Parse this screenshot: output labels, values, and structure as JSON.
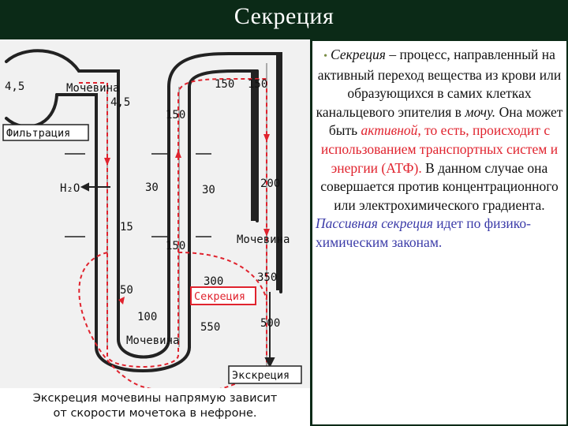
{
  "title": "Секреция",
  "diagram": {
    "numbers": {
      "n_4_5_left": "4,5",
      "n_4_5_inner": "4,5",
      "n_150_top_a": "150",
      "n_150_top_b": "150",
      "n_150_mid": "150",
      "n_30_a": "30",
      "n_30_b": "30",
      "n_200": "200",
      "n_15": "15",
      "n_150_low": "150",
      "n_50": "50",
      "n_300": "300",
      "n_350": "350",
      "n_100": "100",
      "n_550": "550",
      "n_500": "500"
    },
    "labels": {
      "urea_top": "Мочевина",
      "urea_right": "Мочевина",
      "urea_bottom": "Мочевина",
      "water": "H₂O"
    },
    "boxes": {
      "filtration": "Фильтрация",
      "secretion": "Секреция",
      "excretion": "Экскреция"
    },
    "caption": [
      "Экскреция мочевины напрямую зависит",
      "от скорости мочетока в нефроне."
    ],
    "colors": {
      "red": "#e0232e",
      "dark": "#111111"
    }
  },
  "text": {
    "bullet": "•",
    "p1_italic": "Секреция",
    "p1_a": " – процесс, направленный на активный переход вещества из крови или образующихся в самих клетках канальцевого эпителия в ",
    "p1_mocha": "мочу.",
    "p1_b": " Она может быть ",
    "p1_active": "активной",
    "p1_red": ", то есть, происходит с использованием транспортных систем и энергии (АТФ).",
    "p1_c": " В данном случае она совершается против концентрационного или электрохимического градиента.",
    "p2_italic": "Пассивная секреция",
    "p2_rest": " идет по физико-химическим законам."
  }
}
